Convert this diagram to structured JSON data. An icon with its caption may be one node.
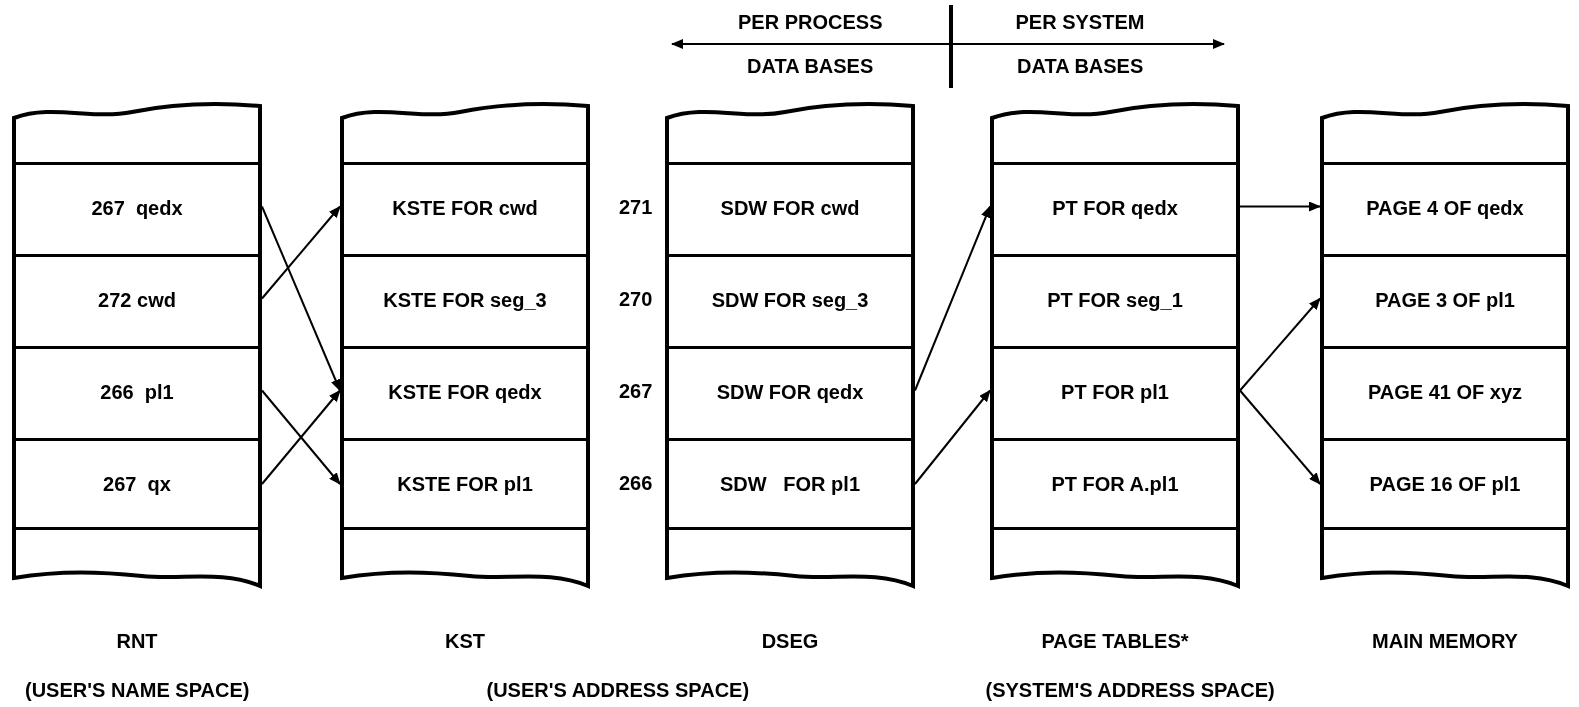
{
  "diagram": {
    "nodes": [
      {
        "text": [
          "RNT"
        ]
      },
      {
        "text": [
          "267  qedx"
        ],
        "in": 0
      },
      {
        "text": [
          "272 cwd"
        ],
        "in": 0
      },
      {
        "text": [
          "266  pl1"
        ],
        "in": 0
      },
      {
        "text": [
          "267  qx"
        ],
        "in": 0
      },
      {
        "text": [
          "KST"
        ]
      },
      {
        "text": [
          "KSTE FOR cwd"
        ],
        "in": 5
      },
      {
        "text": [
          "KSTE FOR seg_3"
        ],
        "in": 5
      },
      {
        "text": [
          "KSTE FOR qedx"
        ],
        "in": 5
      },
      {
        "text": [
          "KSTE FOR pl1"
        ],
        "in": 5
      },
      {
        "text": [
          "DSEG"
        ]
      },
      {
        "text": [
          "SDW FOR cwd"
        ],
        "in": 10,
        "beside": [
          "271"
        ]
      },
      {
        "text": [
          "SDW FOR seg_3"
        ],
        "in": 10,
        "beside": [
          "270"
        ]
      },
      {
        "text": [
          "SDW FOR qedx"
        ],
        "in": 10,
        "beside": [
          "267"
        ]
      },
      {
        "text": [
          "SDW   FOR pl1"
        ],
        "in": 10,
        "beside": [
          "266"
        ]
      },
      {
        "text": [
          "PAGE TABLES*"
        ]
      },
      {
        "text": [
          "PT FOR qedx"
        ],
        "in": 15
      },
      {
        "text": [
          "PT FOR seg_1"
        ],
        "in": 15
      },
      {
        "text": [
          "PT FOR pl1"
        ],
        "in": 15
      },
      {
        "text": [
          "PT FOR A.pl1"
        ],
        "in": 15
      },
      {
        "text": [
          "MAIN MEMORY"
        ]
      },
      {
        "text": [
          "PAGE 4 OF qedx"
        ],
        "in": 20
      },
      {
        "text": [
          "PAGE 3 OF pl1"
        ],
        "in": 20
      },
      {
        "text": [
          "PAGE 41 OF xyz"
        ],
        "in": 20
      },
      {
        "text": [
          "PAGE 16 OF pl1"
        ],
        "in": 20
      }
    ],
    "edges": [
      {
        "from": 1,
        "to": 8,
        "arrow": "to"
      },
      {
        "from": 2,
        "to": 6,
        "arrow": "to"
      },
      {
        "from": 3,
        "to": 9,
        "arrow": "to"
      },
      {
        "from": 4,
        "to": 8,
        "arrow": "to"
      },
      {
        "from": 13,
        "to": 16,
        "arrow": "to"
      },
      {
        "from": 14,
        "to": 18,
        "arrow": "to"
      },
      {
        "from": 16,
        "to": 21,
        "arrow": "to"
      },
      {
        "from": 18,
        "to": 22,
        "arrow": "to"
      },
      {
        "from": 18,
        "to": 24,
        "arrow": "to"
      }
    ],
    "labels": [
      "PER PROCESS",
      "DATA BASES",
      "PER SYSTEM",
      "DATA BASES",
      "(USER'S NAME SPACE)",
      "(USER'S ADDRESS SPACE)",
      "(SYSTEM'S ADDRESS SPACE)"
    ]
  }
}
